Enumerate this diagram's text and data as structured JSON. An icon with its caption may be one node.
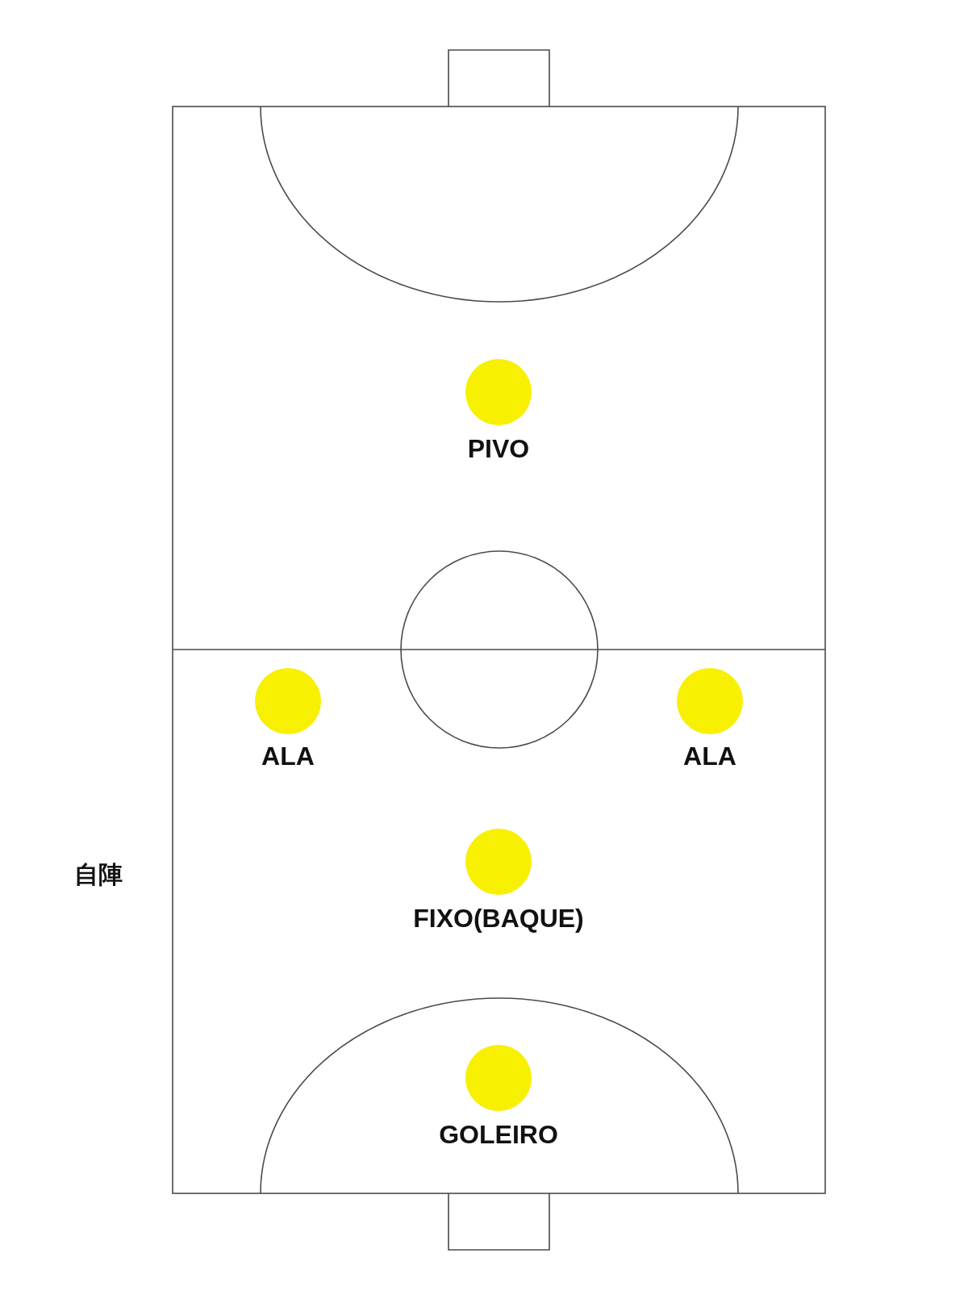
{
  "diagram": {
    "nodes": [
      {
        "text": [],
        "shape": "circle",
        "beside": [
          "PIVO"
        ]
      },
      {
        "text": [],
        "shape": "circle",
        "beside": [
          "ALA"
        ]
      },
      {
        "text": [],
        "shape": "circle",
        "beside": [
          "ALA"
        ]
      },
      {
        "text": [],
        "shape": "circle",
        "beside": [
          "FIXO(BAQUE)"
        ]
      },
      {
        "text": [],
        "shape": "circle",
        "beside": [
          "GOLEIRO"
        ]
      }
    ],
    "labels": [
      "自陣"
    ]
  }
}
